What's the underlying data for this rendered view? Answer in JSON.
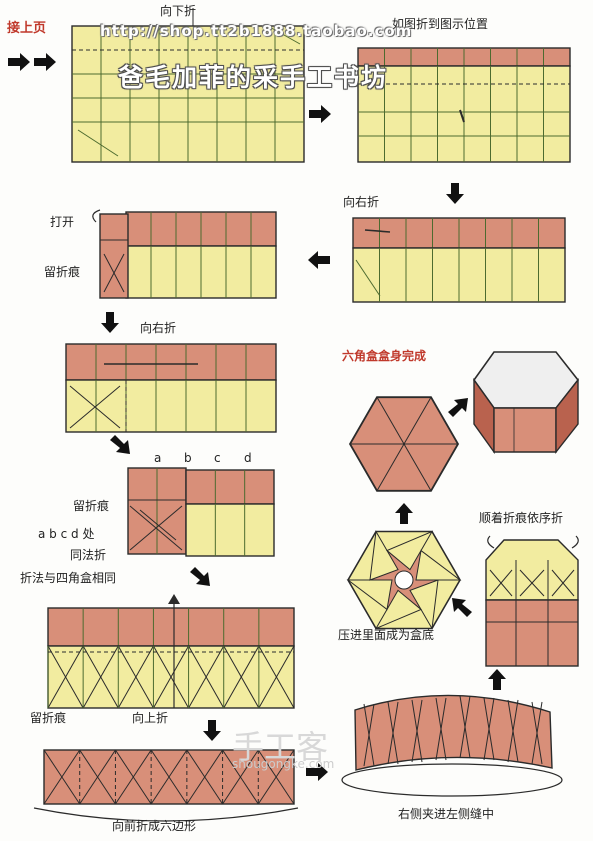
{
  "colors": {
    "paper": "#f2eca0",
    "paper_line": "#4d6b2f",
    "pink": "#d88f79",
    "pink_dark": "#b9624e",
    "outline": "#2b2b2b",
    "arrow": "#111111",
    "accent_red": "#c0392b"
  },
  "labels": {
    "continue_prev": "接上页",
    "fold_down": "向下折",
    "fold_to_position": "如图折到图示位置",
    "fold_right_1": "向右折",
    "open": "打开",
    "keep_crease_1": "留折痕",
    "fold_right_2": "向右折",
    "abcd_a": "a",
    "abcd_b": "b",
    "abcd_c": "c",
    "abcd_d": "d",
    "keep_crease_2": "留折痕",
    "abcd_same": "a b c d 处",
    "same_fold": "同法折",
    "same_as_square": "折法与四角盒相同",
    "keep_crease_3": "留折痕",
    "fold_up": "向上折",
    "fold_forward_hex": "向前折成六边形",
    "hex_body_done": "六角盒盒身完成",
    "fold_along_creases": "顺着折痕依序折",
    "press_in_bottom": "压进里面成为盒底",
    "tuck_right_into_left": "右侧夹进左侧缝中"
  },
  "watermarks": {
    "shop_url": "http://shop.tt2b1888.taobao.com",
    "shop_name": "爸毛加菲的采手工书坊",
    "site_cn": "手工客",
    "site_url": "shougongke.com"
  }
}
